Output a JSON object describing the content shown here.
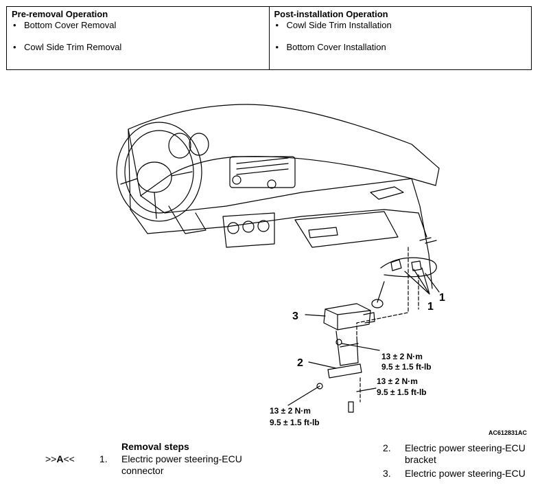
{
  "operations": {
    "pre": {
      "heading": "Pre-removal Operation",
      "items": [
        "Bottom Cover Removal",
        "Cowl Side Trim Removal"
      ]
    },
    "post": {
      "heading": "Post-installation Operation",
      "items": [
        "Cowl Side Trim Installation",
        "Bottom Cover Installation"
      ]
    }
  },
  "diagram": {
    "callouts": [
      "1",
      "1",
      "2",
      "3"
    ],
    "torques": [
      {
        "nm": "13 ± 2 N·m",
        "ftlb": "9.5 ± 1.5 ft-lb"
      },
      {
        "nm": "13 ± 2 N·m",
        "ftlb": "9.5 ± 1.5 ft-lb"
      },
      {
        "nm": "13 ± 2 N·m",
        "ftlb": "9.5 ± 1.5 ft-lb"
      }
    ],
    "figure_id": "AC612831AC"
  },
  "removal": {
    "title": "Removal steps",
    "ref_prefix": ">>",
    "ref_letter": "A",
    "ref_suffix": "<<",
    "steps": [
      {
        "num": "1.",
        "text": "Electric power steering-ECU connector"
      },
      {
        "num": "2.",
        "text": "Electric power steering-ECU bracket"
      },
      {
        "num": "3.",
        "text": "Electric power steering-ECU"
      }
    ]
  }
}
